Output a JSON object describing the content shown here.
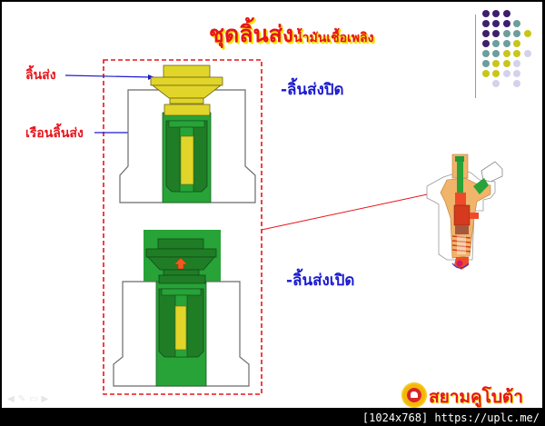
{
  "slide": {
    "title_main": "ชุดลิ้นส่ง",
    "title_sub": "น้ำมันเชื้อเพลิง",
    "labels": {
      "valve": "ลิ้นส่ง",
      "valve_housing": "เรือนลิ้นส่ง"
    },
    "states": {
      "closed": "-ลิ้นส่งปิด",
      "open": "-ลิ้นส่งเปิด"
    },
    "brand": "สยามคูโบต้า",
    "nav_icons": [
      "prev-arrow",
      "pen",
      "menu",
      "next-arrow"
    ]
  },
  "footer": {
    "info": "[1024x768] https://uplc.me/"
  },
  "colors": {
    "title_red": "#e8141b",
    "title_shadow_yellow": "#f2e40a",
    "label_blue": "#1a1ad0",
    "valve_yellow": "#e2d52a",
    "green_light": "#27a337",
    "green_dark": "#1f7d26",
    "dashed_box": "#e8141b",
    "dot_purple": "#3d1f6e",
    "dot_teal": "#6b9e9c",
    "dot_yellow": "#c9c61a",
    "dot_lavender": "#d4d2ea"
  },
  "dot_grid": [
    [
      "purple",
      "purple",
      "purple",
      "",
      ""
    ],
    [
      "purple",
      "purple",
      "purple",
      "teal",
      ""
    ],
    [
      "purple",
      "purple",
      "teal",
      "teal",
      "yellow"
    ],
    [
      "purple",
      "teal",
      "teal",
      "yellow",
      ""
    ],
    [
      "teal",
      "teal",
      "yellow",
      "yellow",
      "lavender"
    ],
    [
      "teal",
      "yellow",
      "yellow",
      "lavender",
      ""
    ],
    [
      "yellow",
      "yellow",
      "lavender",
      "lavender",
      ""
    ],
    [
      "",
      "lavender",
      "",
      "lavender",
      ""
    ]
  ]
}
